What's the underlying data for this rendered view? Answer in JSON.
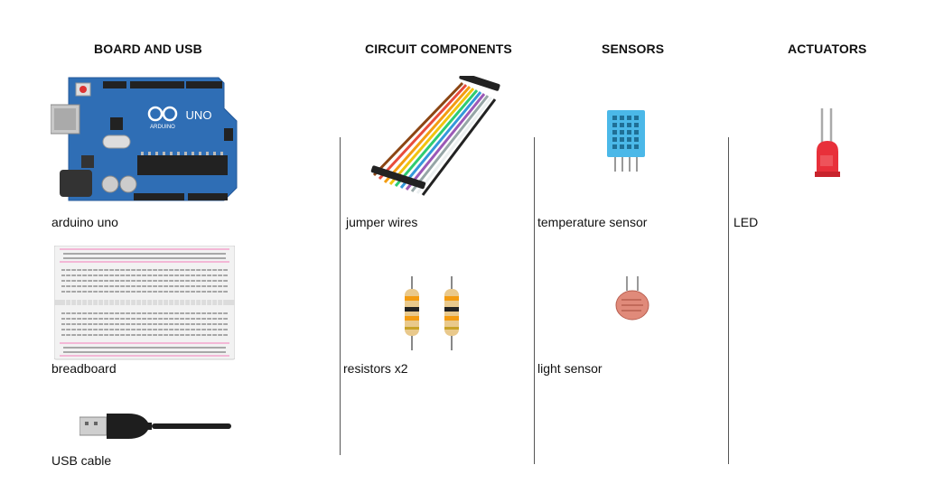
{
  "columns": {
    "board": {
      "heading": "BOARD AND USB",
      "items": [
        {
          "label": "arduino uno",
          "icon": "arduino-uno-icon",
          "board_text": "UNO",
          "brand_text": "ARDUINO"
        },
        {
          "label": "breadboard",
          "icon": "breadboard-icon"
        },
        {
          "label": "USB cable",
          "icon": "usb-cable-icon"
        }
      ]
    },
    "circuit": {
      "heading": "CIRCUIT COMPONENTS",
      "items": [
        {
          "label": "jumper wires",
          "icon": "jumper-wires-icon"
        },
        {
          "label": "resistors x2",
          "icon": "resistors-icon"
        }
      ]
    },
    "sensors": {
      "heading": "SENSORS",
      "items": [
        {
          "label": "temperature sensor",
          "icon": "temperature-sensor-icon"
        },
        {
          "label": "light sensor",
          "icon": "light-sensor-icon"
        }
      ]
    },
    "actuators": {
      "heading": "ACTUATORS",
      "items": [
        {
          "label": "LED",
          "icon": "led-icon"
        }
      ]
    }
  },
  "colors": {
    "arduino_blue": "#2f6eb5",
    "sensor_blue": "#4bb8e8",
    "led_red": "#e8303a",
    "breadboard_pink": "#f3b8d6",
    "cable_black": "#1e1e1e"
  }
}
